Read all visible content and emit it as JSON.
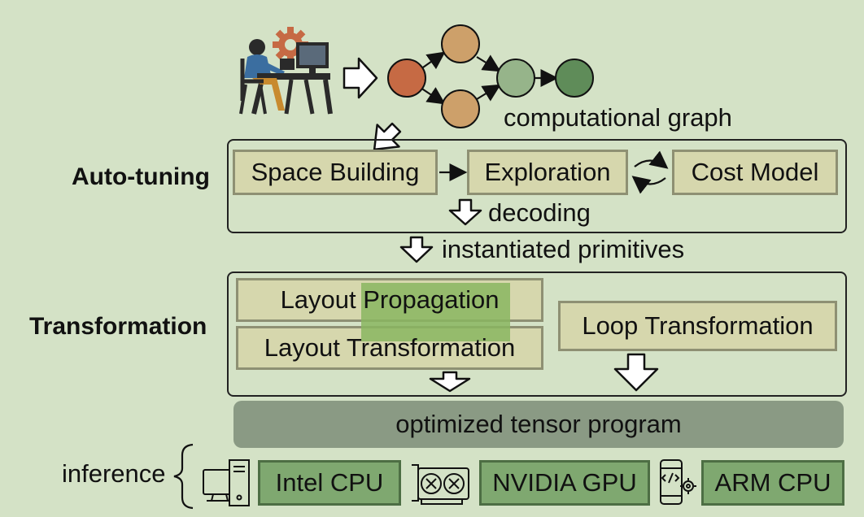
{
  "graph": {
    "caption": "computational graph"
  },
  "autotuning": {
    "label": "Auto-tuning",
    "space_building": "Space Building",
    "exploration": "Exploration",
    "cost_model": "Cost Model",
    "decoding": "decoding"
  },
  "between": {
    "instantiated": "instantiated primitives"
  },
  "transformation": {
    "label": "Transformation",
    "layout_propagation": "Layout Propagation",
    "layout_transformation": "Layout Transformation",
    "loop_transformation": "Loop Transformation"
  },
  "output": {
    "optimized": "optimized tensor program"
  },
  "inference": {
    "label": "inference",
    "targets": [
      "Intel CPU",
      "NVIDIA GPU",
      "ARM CPU"
    ]
  },
  "colors": {
    "background": "#d4e2c6",
    "box_fill": "#d6d7ad",
    "highlight": "#8ab660",
    "output_bar": "#8a9a84",
    "hardware_box": "#7fa870",
    "node_orange": "#c66a44",
    "node_tan": "#cda06a",
    "node_light_green": "#96b48a",
    "node_green": "#5f8c59"
  },
  "icons": [
    "developer-at-desk-icon",
    "gear-icon",
    "desktop-pc-icon",
    "gpu-card-icon",
    "mobile-code-icon"
  ]
}
